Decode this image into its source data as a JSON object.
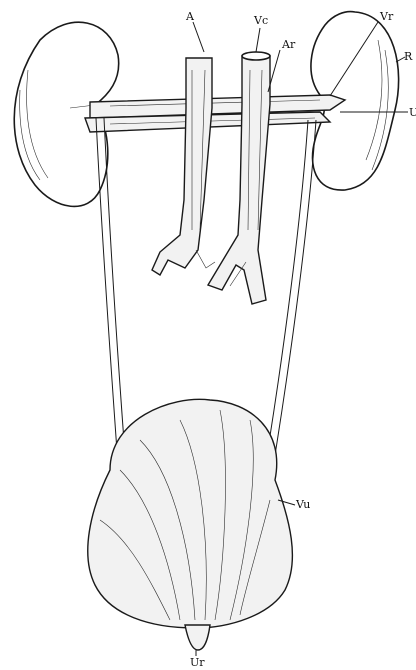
{
  "labels": {
    "aorta": "A",
    "vena_cava": "Vc",
    "renal_vein": "Vr",
    "renal_artery": "Ar",
    "kidney": "R",
    "ureter": "U",
    "bladder": "Vu",
    "urethra": "Ur"
  }
}
